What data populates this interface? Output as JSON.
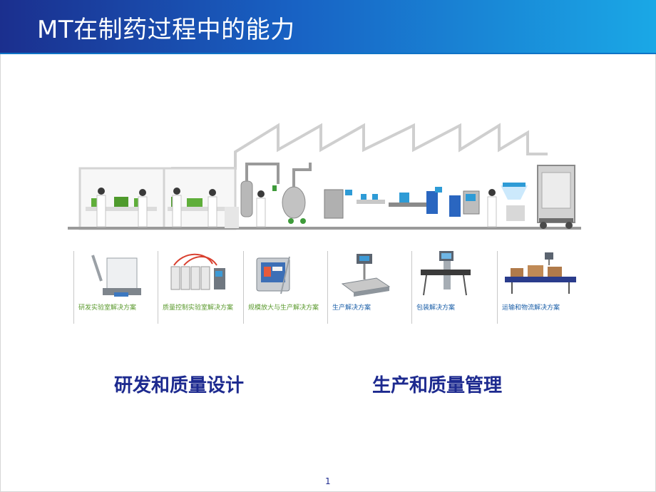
{
  "slide": {
    "title": "MT在制药过程中的能力",
    "page_number": "1"
  },
  "panels": [
    {
      "label": "研发实验室解决方案",
      "color": "#5b9a2e"
    },
    {
      "label": "质量控制实验室解决方案",
      "color": "#5b9a2e"
    },
    {
      "label": "规模放大与生产解决方案",
      "color": "#5b9a2e"
    },
    {
      "label": "生产解决方案",
      "color": "#1b5fa8"
    },
    {
      "label": "包装解决方案",
      "color": "#1b5fa8"
    },
    {
      "label": "运输和物流解决方案",
      "color": "#1b5fa8"
    }
  ],
  "sections": {
    "left_title": "研发和质量设计",
    "right_title": "生产和质量管理"
  },
  "colors": {
    "title_gradient_start": "#1b2f8e",
    "title_gradient_end": "#1aa8e6",
    "heading_blue": "#1d2a8f",
    "lab_green": "#5b9a2e",
    "production_blue": "#1b5fa8"
  }
}
